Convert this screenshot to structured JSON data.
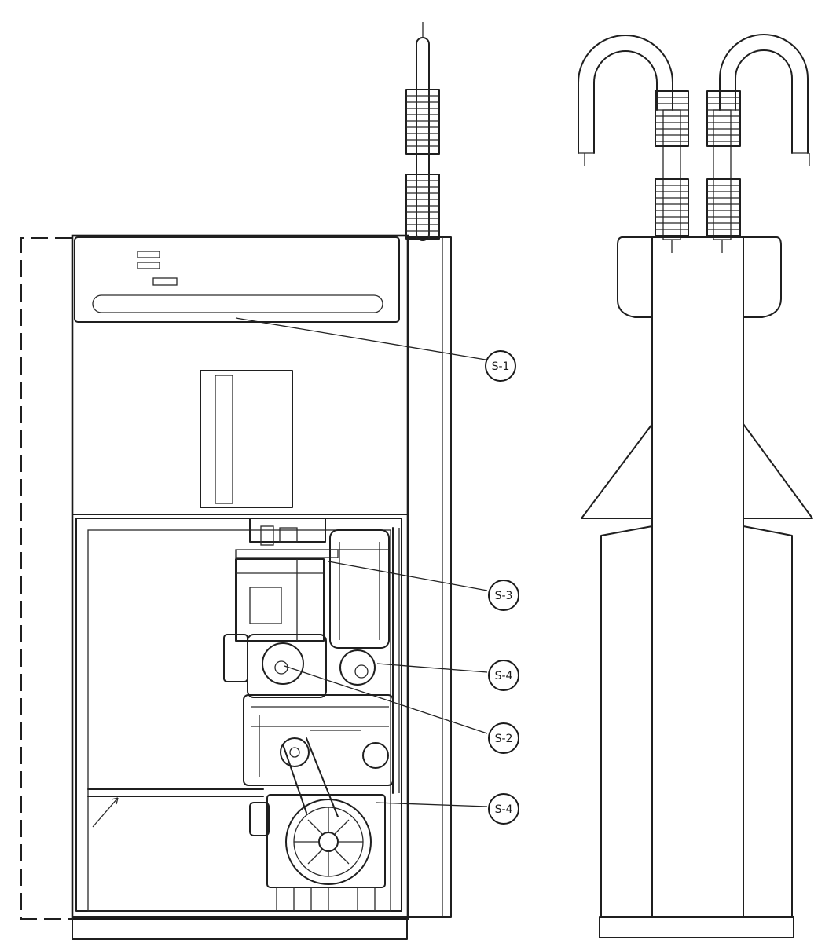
{
  "diagram": {
    "callouts": [
      {
        "id": "s1",
        "label": "S-1"
      },
      {
        "id": "s3",
        "label": "S-3"
      },
      {
        "id": "s4a",
        "label": "S-4"
      },
      {
        "id": "s2",
        "label": "S-2"
      },
      {
        "id": "s4b",
        "label": "S-4"
      }
    ]
  }
}
